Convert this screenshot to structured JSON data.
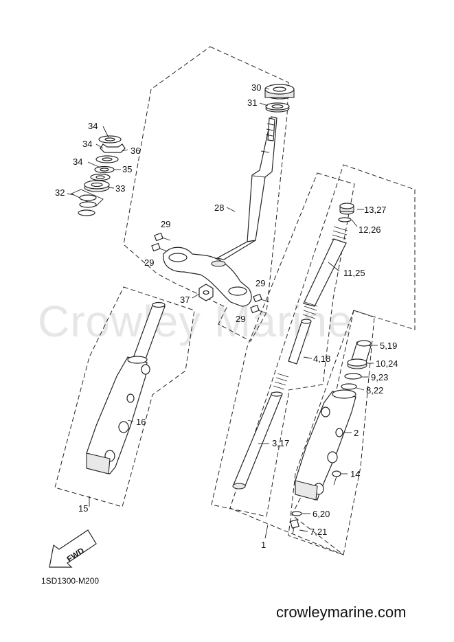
{
  "watermark": "Crowley Marine",
  "diagram_code": "1SD1300-M200",
  "website": "crowleymarine.com",
  "fwd_label": "FWD",
  "callouts": {
    "c30": "30",
    "c31": "31",
    "c34a": "34",
    "c34b": "34",
    "c34c": "34",
    "c36": "36",
    "c35": "35",
    "c33": "33",
    "c32": "32",
    "c28": "28",
    "c29a": "29",
    "c29b": "29",
    "c29c": "29",
    "c29d": "29",
    "c37": "37",
    "c16": "16",
    "c15": "15",
    "c13_27": "13,27",
    "c12_26": "12,26",
    "c11_25": "11,25",
    "c4_18": "4,18",
    "c3_17": "3,17",
    "c5_19": "5,19",
    "c10_24": "10,24",
    "c9_23": "9,23",
    "c8_22": "8,22",
    "c2": "2",
    "c14": "14",
    "c6_20": "6,20",
    "c7_21": "7,21",
    "c1": "1"
  }
}
